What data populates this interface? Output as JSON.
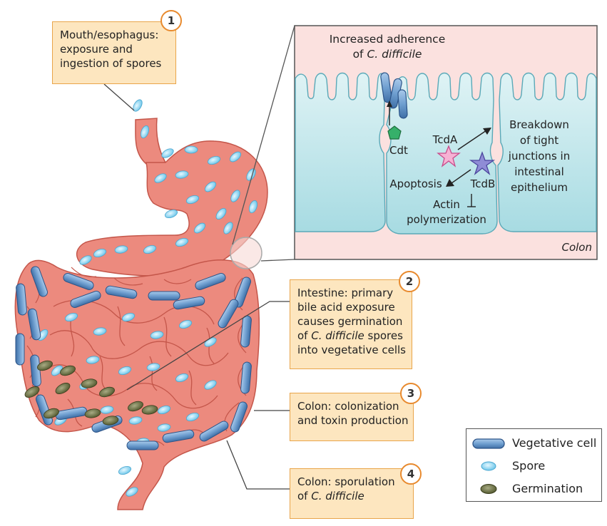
{
  "inset": {
    "header_line1": "Increased adherence",
    "header_line2_prefix": "of ",
    "header_line2_italic": "C. difficile",
    "cdt_label": "Cdt",
    "tcda_label": "TcdA",
    "tcdb_label": "TcdB",
    "apoptosis_label": "Apoptosis",
    "actin_line1": "Actin",
    "actin_line2": "polymerization",
    "breakdown_lines": [
      "Breakdown",
      "of tight",
      "junctions in",
      "intestinal",
      "epithelium"
    ],
    "colon_label": "Colon"
  },
  "callouts": [
    {
      "number": "1",
      "lines": [
        "Mouth/esophagus:",
        "exposure and",
        "ingestion of spores"
      ]
    },
    {
      "number": "2",
      "lines": [
        "Intestine: primary",
        "bile acid exposure",
        "causes germination"
      ],
      "line4_italic": "C. difficile",
      "line4_prefix": "of ",
      "line4_suffix": " spores",
      "line5": "into vegetative cells"
    },
    {
      "number": "3",
      "lines": [
        "Colon: colonization",
        "and toxin production"
      ]
    },
    {
      "number": "4",
      "line1": "Colon: sporulation",
      "line2_prefix": "of ",
      "line2_italic": "C. difficile"
    }
  ],
  "legend": [
    {
      "label": "Vegetative cell",
      "icon": "vegetative-cell-icon"
    },
    {
      "label": "Spore",
      "icon": "spore-icon"
    },
    {
      "label": "Germination",
      "icon": "germination-icon"
    }
  ],
  "colors": {
    "tract_fill": "#ec8a7e",
    "tract_stroke": "#c4564a",
    "inset_bg": "#fbe1df",
    "cell_fill": "#bfe6ea",
    "cell_stroke": "#5aa9b8",
    "callout_fill": "#fde6bf",
    "callout_border": "#e9a54a",
    "vegetative": "#6f9fd0",
    "spore": "#8fd3ee",
    "germination": "#6f7446"
  }
}
